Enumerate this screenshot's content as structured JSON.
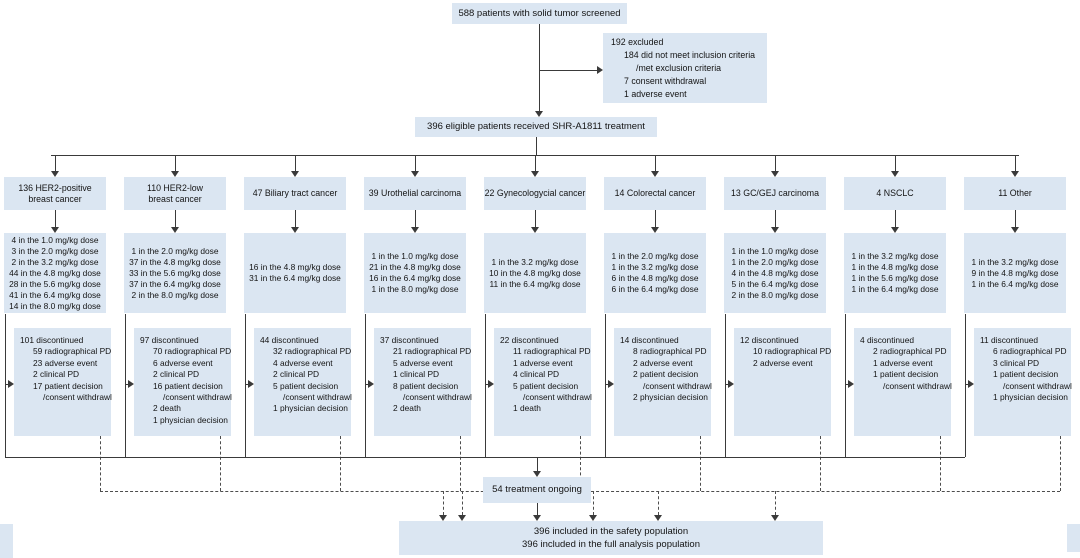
{
  "title": "SHR-A1811 solid tumor study patient flow diagram",
  "colors": {
    "box_fill": "#dbe6f2",
    "line": "#3a3a3a",
    "dashed_line": "#4d4d4d",
    "text": "#141414",
    "background": "#ffffff"
  },
  "screened": "588 patients with solid tumor screened",
  "excluded": {
    "lines": [
      {
        "text": "192 excluded",
        "indent": 0
      },
      {
        "text": "184 did not meet inclusion criteria",
        "indent": 1
      },
      {
        "text": "/met exclusion criteria",
        "indent": 2
      },
      {
        "text": "7 consent withdrawal",
        "indent": 1
      },
      {
        "text": "1 adverse event",
        "indent": 1
      }
    ]
  },
  "eligible": "396 eligible patients received SHR-A1811 treatment",
  "columns": [
    {
      "header": [
        "136 HER2-positive",
        "breast cancer"
      ],
      "doses": [
        "4 in the 1.0 mg/kg dose",
        "3 in the 2.0 mg/kg dose",
        "2 in the 3.2 mg/kg dose",
        "44 in the 4.8 mg/kg dose",
        "28 in the 5.6 mg/kg dose",
        "41 in the 6.4 mg/kg dose",
        "14 in the 8.0 mg/kg dose"
      ],
      "discontinued": [
        {
          "text": "101 discontinued",
          "indent": 0
        },
        {
          "text": "59 radiographical PD",
          "indent": 1
        },
        {
          "text": "23 adverse event",
          "indent": 1
        },
        {
          "text": "2 clinical PD",
          "indent": 1
        },
        {
          "text": "17 patient decision",
          "indent": 1
        },
        {
          "text": "/consent withdrawl",
          "indent": 2
        }
      ]
    },
    {
      "header": [
        "110 HER2-low",
        "breast cancer"
      ],
      "doses": [
        "1 in the 2.0 mg/kg dose",
        "37 in the 4.8 mg/kg dose",
        "33 in the 5.6 mg/kg dose",
        "37 in the 6.4 mg/kg dose",
        "2 in the 8.0 mg/kg dose"
      ],
      "discontinued": [
        {
          "text": "97 discontinued",
          "indent": 0
        },
        {
          "text": "70 radiographical PD",
          "indent": 1
        },
        {
          "text": "6 adverse event",
          "indent": 1
        },
        {
          "text": "2 clinical PD",
          "indent": 1
        },
        {
          "text": "16 patient decision",
          "indent": 1
        },
        {
          "text": "/consent withdrawl",
          "indent": 2
        },
        {
          "text": "2 death",
          "indent": 1
        },
        {
          "text": "1 physician decision",
          "indent": 1
        }
      ]
    },
    {
      "header": [
        "47 Biliary tract cancer"
      ],
      "doses": [
        "16 in the 4.8 mg/kg dose",
        "31 in the 6.4 mg/kg dose"
      ],
      "discontinued": [
        {
          "text": "44 discontinued",
          "indent": 0
        },
        {
          "text": "32 radiographical PD",
          "indent": 1
        },
        {
          "text": "4 adverse event",
          "indent": 1
        },
        {
          "text": "2 clinical PD",
          "indent": 1
        },
        {
          "text": "5 patient decision",
          "indent": 1
        },
        {
          "text": "/consent withdrawl",
          "indent": 2
        },
        {
          "text": "1 physician decision",
          "indent": 1
        }
      ]
    },
    {
      "header": [
        "39 Urothelial carcinoma"
      ],
      "doses": [
        "1 in the 1.0 mg/kg dose",
        "21 in the 4.8 mg/kg dose",
        "16 in the 6.4 mg/kg dose",
        "1 in the 8.0 mg/kg dose"
      ],
      "discontinued": [
        {
          "text": "37 discontinued",
          "indent": 0
        },
        {
          "text": "21 radiographical PD",
          "indent": 1
        },
        {
          "text": "5 adverse event",
          "indent": 1
        },
        {
          "text": "1 clinical PD",
          "indent": 1
        },
        {
          "text": "8 patient decision",
          "indent": 1
        },
        {
          "text": "/consent withdrawl",
          "indent": 2
        },
        {
          "text": "2 death",
          "indent": 1
        }
      ]
    },
    {
      "header": [
        "22 Gynecologycial cancer"
      ],
      "doses": [
        "1 in the 3.2 mg/kg dose",
        "10 in the 4.8 mg/kg dose",
        "11 in the 6.4 mg/kg dose"
      ],
      "discontinued": [
        {
          "text": "22 discontinued",
          "indent": 0
        },
        {
          "text": "11 radiographical PD",
          "indent": 1
        },
        {
          "text": "1 adverse event",
          "indent": 1
        },
        {
          "text": "4 clinical PD",
          "indent": 1
        },
        {
          "text": "5 patient decision",
          "indent": 1
        },
        {
          "text": "/consent withdrawl",
          "indent": 2
        },
        {
          "text": "1 death",
          "indent": 1
        }
      ]
    },
    {
      "header": [
        "14 Colorectal cancer"
      ],
      "doses": [
        "1 in the 2.0 mg/kg dose",
        "1 in the 3.2 mg/kg dose",
        "6 in the 4.8 mg/kg dose",
        "6 in the 6.4 mg/kg dose"
      ],
      "discontinued": [
        {
          "text": "14 discontinued",
          "indent": 0
        },
        {
          "text": "8 radiographical PD",
          "indent": 1
        },
        {
          "text": "2 adverse event",
          "indent": 1
        },
        {
          "text": "2 patient decision",
          "indent": 1
        },
        {
          "text": "/consent withdrawl",
          "indent": 2
        },
        {
          "text": "2 physician decision",
          "indent": 1
        }
      ]
    },
    {
      "header": [
        "13 GC/GEJ carcinoma"
      ],
      "doses": [
        "1 in the 1.0 mg/kg dose",
        "1 in the 2.0 mg/kg dose",
        "4 in the 4.8 mg/kg dose",
        "5 in the 6.4 mg/kg dose",
        "2 in the 8.0 mg/kg dose"
      ],
      "discontinued": [
        {
          "text": "12 discontinued",
          "indent": 0
        },
        {
          "text": "10 radiographical PD",
          "indent": 1
        },
        {
          "text": "2 adverse event",
          "indent": 1
        }
      ]
    },
    {
      "header": [
        "4 NSCLC"
      ],
      "doses": [
        "1 in the 3.2 mg/kg dose",
        "1 in the 4.8 mg/kg dose",
        "1 in the 5.6 mg/kg dose",
        "1 in the 6.4 mg/kg dose"
      ],
      "discontinued": [
        {
          "text": "4 discontinued",
          "indent": 0
        },
        {
          "text": "2 radiographical PD",
          "indent": 1
        },
        {
          "text": "1 adverse event",
          "indent": 1
        },
        {
          "text": "1 patient decision",
          "indent": 1
        },
        {
          "text": "/consent withdrawl",
          "indent": 2
        }
      ]
    },
    {
      "header": [
        "11 Other"
      ],
      "doses": [
        "1 in the 3.2 mg/kg dose",
        "9 in the 4.8 mg/kg dose",
        "1 in the 6.4 mg/kg dose"
      ],
      "discontinued": [
        {
          "text": "11 discontinued",
          "indent": 0
        },
        {
          "text": "6 radiographical PD",
          "indent": 1
        },
        {
          "text": "3 clinical PD",
          "indent": 1
        },
        {
          "text": "1 patient decision",
          "indent": 1
        },
        {
          "text": "/consent withdrawl",
          "indent": 2
        },
        {
          "text": "1 physician decision",
          "indent": 1
        }
      ]
    }
  ],
  "ongoing": "54 treatment ongoing",
  "final": [
    "396 included in the safety population",
    "396 included in the full analysis population"
  ]
}
